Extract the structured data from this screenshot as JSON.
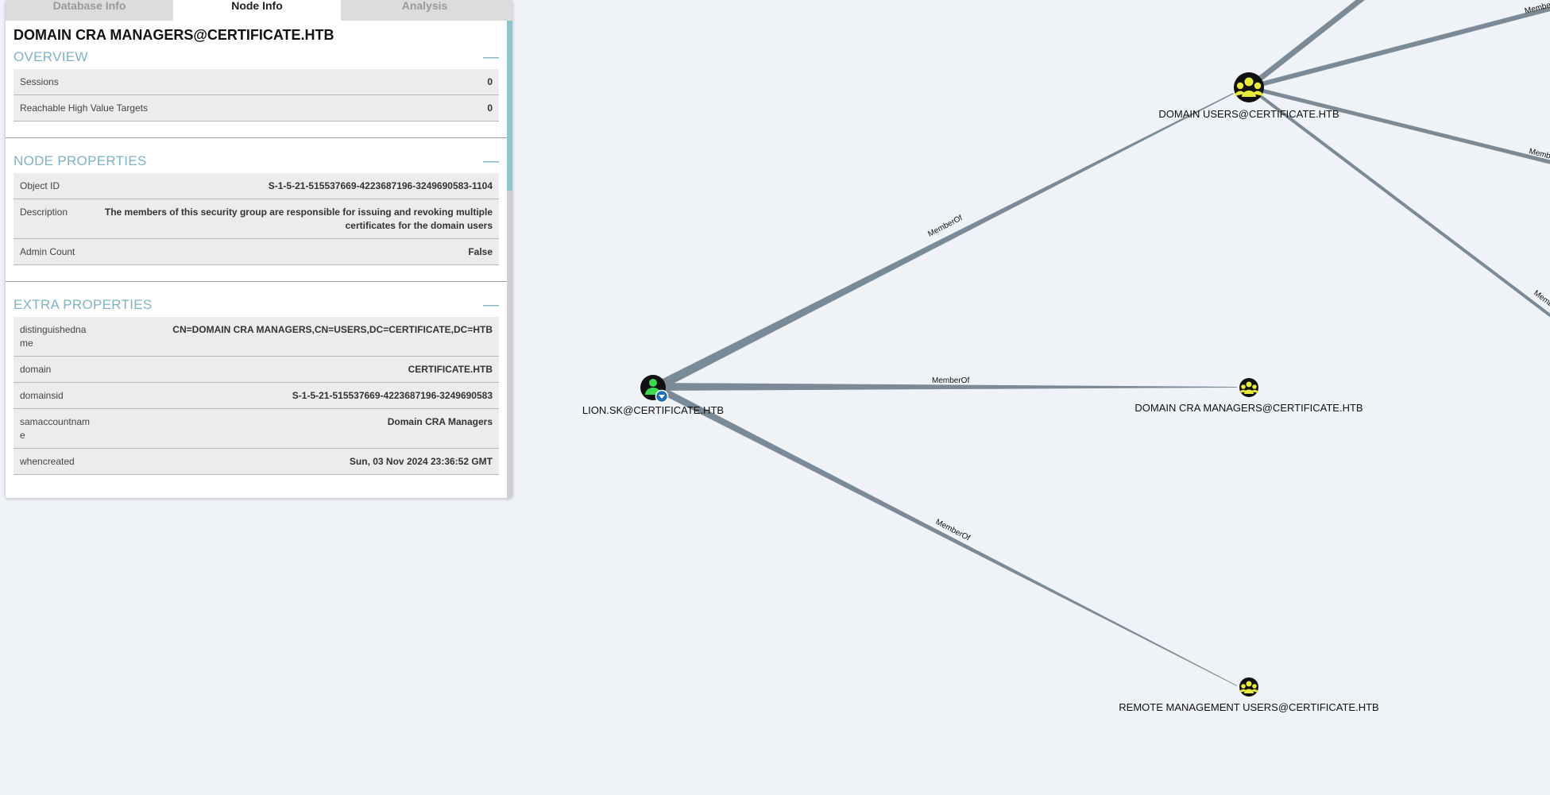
{
  "tabs": [
    {
      "label": "Database Info",
      "active": false
    },
    {
      "label": "Node Info",
      "active": true
    },
    {
      "label": "Analysis",
      "active": false
    }
  ],
  "node": {
    "title": "DOMAIN CRA MANAGERS@CERTIFICATE.HTB"
  },
  "overview": {
    "heading": "OVERVIEW",
    "collapse_glyph": "—",
    "rows": [
      {
        "key": "Sessions",
        "value": "0"
      },
      {
        "key": "Reachable High Value Targets",
        "value": "0"
      }
    ]
  },
  "node_properties": {
    "heading": "NODE PROPERTIES",
    "collapse_glyph": "—",
    "rows": [
      {
        "key": "Object ID",
        "value": "S-1-5-21-515537669-4223687196-3249690583-1104"
      },
      {
        "key": "Description",
        "value": "The members of this security group are responsible for issuing and revoking multiple certificates for the domain users"
      },
      {
        "key": "Admin Count",
        "value": "False"
      }
    ]
  },
  "extra_properties": {
    "heading": "EXTRA PROPERTIES",
    "collapse_glyph": "—",
    "rows": [
      {
        "key": "distinguishedname",
        "value": "CN=DOMAIN CRA MANAGERS,CN=USERS,DC=CERTIFICATE,DC=HTB"
      },
      {
        "key": "domain",
        "value": "CERTIFICATE.HTB"
      },
      {
        "key": "domainsid",
        "value": "S-1-5-21-515537669-4223687196-3249690583"
      },
      {
        "key": "samaccountname",
        "value": "Domain CRA Managers"
      },
      {
        "key": "whencreated",
        "value": "Sun, 03 Nov 2024 23:36:52 GMT"
      }
    ]
  },
  "graph": {
    "nodes": {
      "domain_users": {
        "label": "DOMAIN USERS@CERTIFICATE.HTB",
        "icon": "group-icon"
      },
      "lion_sk": {
        "label": "LION.SK@CERTIFICATE.HTB",
        "icon": "user-icon"
      },
      "cra_managers": {
        "label": "DOMAIN CRA MANAGERS@CERTIFICATE.HTB",
        "icon": "group-icon"
      },
      "remote_mgmt": {
        "label": "REMOTE MANAGEMENT USERS@CERTIFICATE.HTB",
        "icon": "group-icon"
      }
    },
    "edges": {
      "lion_to_domain_users": "MemberOf",
      "lion_to_cra": "MemberOf",
      "lion_to_remote": "MemberOf",
      "offscreen_1": "MemberOf",
      "offscreen_2": "MemberOf",
      "offscreen_3": "MemberOf"
    },
    "colors": {
      "background": "#eff3f8",
      "edge": "#7a8b97",
      "group_fill": "#e8ea3c",
      "user_fill": "#3ed94e",
      "node_dark": "#111111",
      "accent": "#7fb2c6"
    }
  }
}
